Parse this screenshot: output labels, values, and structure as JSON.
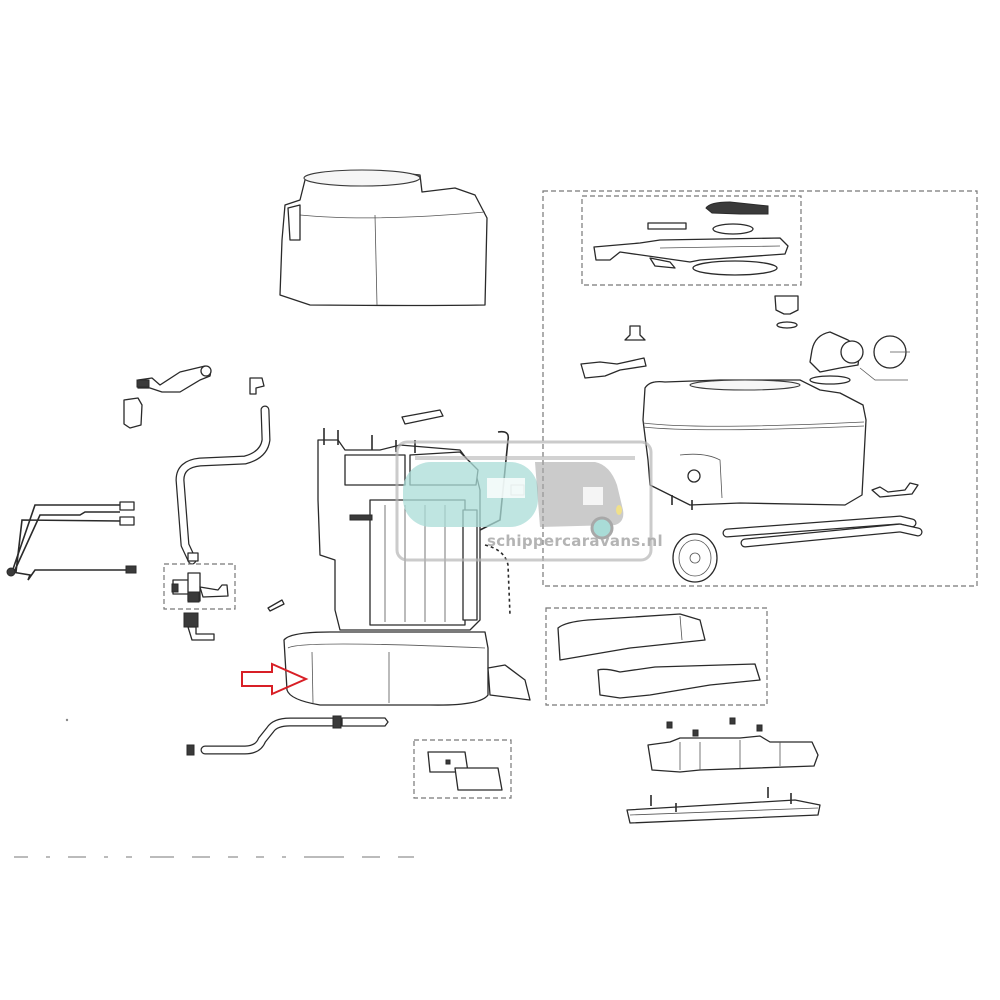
{
  "diagram": {
    "type": "exploded-parts-diagram",
    "subject": "cassette toilet assembly",
    "highlight_arrow_color": "#d81f26",
    "highlighted_part": "front cover / bottom shell"
  },
  "watermark": {
    "text": "schippercaravans.nl",
    "logo_colors": {
      "teal": "#a9dcd7",
      "grey": "#a8a8a8",
      "headlight": "#f0e08a"
    }
  },
  "groups": [
    {
      "name": "top-cover"
    },
    {
      "name": "flush-water-tank-and-hoses"
    },
    {
      "name": "wiring-harness"
    },
    {
      "name": "valve-subassembly"
    },
    {
      "name": "main-body-frame"
    },
    {
      "name": "bottom-shell"
    },
    {
      "name": "cassette-tank-group"
    },
    {
      "name": "cassette-slide-mechanism"
    },
    {
      "name": "side-panels"
    },
    {
      "name": "mounting-brackets"
    },
    {
      "name": "guide-rail"
    },
    {
      "name": "clips"
    }
  ],
  "footer_note": ""
}
